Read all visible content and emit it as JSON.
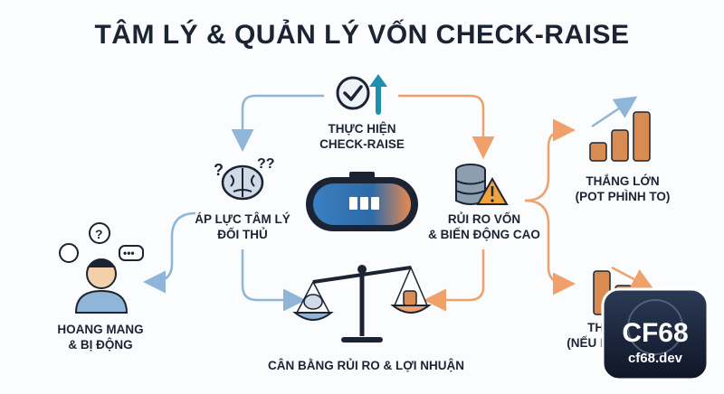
{
  "title": "TÂM LÝ & QUẢN LÝ VỐN CHECK-RAISE",
  "nodes": {
    "check_raise": {
      "line1": "THỰC HIỆN",
      "line2": "CHECK-RAISE"
    },
    "pressure": {
      "line1": "ÁP LỰC TÂM LÝ",
      "line2": "ĐỐI THỦ"
    },
    "risk": {
      "line1": "RỦI RO VỐN",
      "line2": "& BIẾN ĐỘNG CAO"
    },
    "win": {
      "line1": "THẮNG LỚN",
      "line2": "(POT PHÌNH TO)"
    },
    "lose": {
      "line1": "THU",
      "line2": "(NẾU BỊ CA"
    },
    "confused": {
      "line1": "HOANG MANG",
      "line2": "& BỊ ĐỘNG"
    },
    "balance": {
      "line1": "CÂN BẰNG RỦI RO & LỢI NHUẬN"
    }
  },
  "logo": {
    "brand": "CF68",
    "domain": "cf68.dev"
  },
  "colors": {
    "blue": "#8fb6d9",
    "orange": "#f0a06a",
    "navy": "#1c2433",
    "teal": "#1f8fae"
  }
}
